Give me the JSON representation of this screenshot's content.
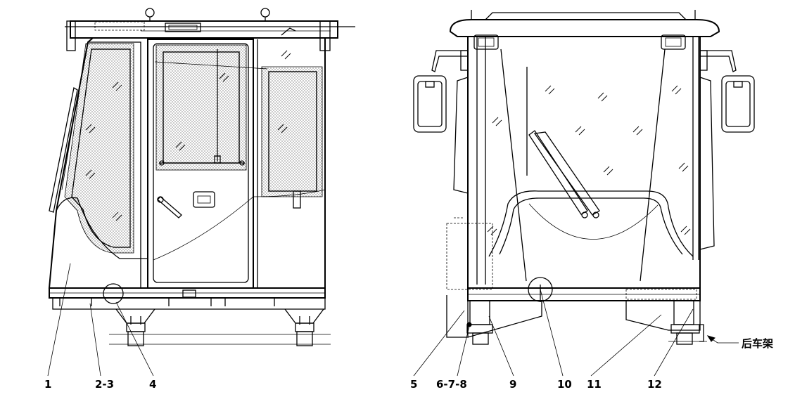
{
  "diagram": {
    "part_labels": [
      {
        "id": "1",
        "text": "1"
      },
      {
        "id": "2-3",
        "text": "2-3"
      },
      {
        "id": "4",
        "text": "4"
      },
      {
        "id": "5",
        "text": "5"
      },
      {
        "id": "6-7-8",
        "text": "6-7-8"
      },
      {
        "id": "9",
        "text": "9"
      },
      {
        "id": "10",
        "text": "10"
      },
      {
        "id": "11",
        "text": "11"
      },
      {
        "id": "12",
        "text": "12"
      }
    ],
    "callout_rear_frame": "后车架"
  }
}
